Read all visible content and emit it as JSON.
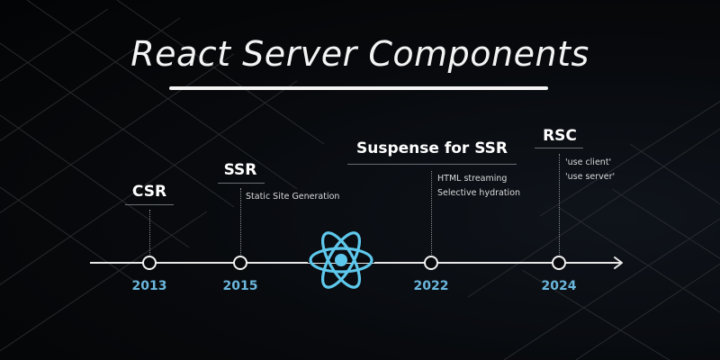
{
  "title": "React Server Components",
  "colors": {
    "background": "#050608",
    "text": "#ffffff",
    "year": "#6ab6dc",
    "react_logo": "#5ec8ec",
    "grid_line": "#2a2d31"
  },
  "timeline": {
    "milestones": [
      {
        "id": "csr",
        "label": "CSR",
        "year": "2013",
        "notes": []
      },
      {
        "id": "ssr",
        "label": "SSR",
        "year": "2015",
        "notes": [
          "Static Site Generation"
        ]
      },
      {
        "id": "suspense",
        "label": "Suspense for SSR",
        "year": "2022",
        "notes": [
          "HTML streaming",
          "Selective hydration"
        ]
      },
      {
        "id": "rsc",
        "label": "RSC",
        "year": "2024",
        "notes": [
          "'use client'",
          "'use server'"
        ]
      }
    ],
    "center_icon": "react-logo-icon",
    "end_icon": "arrow-right-icon"
  }
}
